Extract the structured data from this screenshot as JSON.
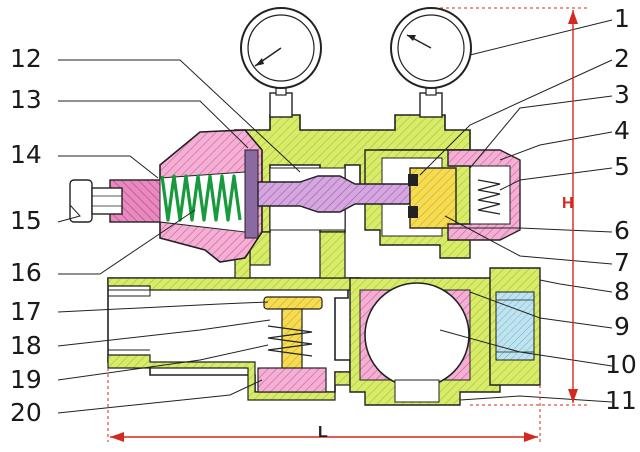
{
  "colors": {
    "body": "#d9ec6a",
    "bonnet": "#e06ab0",
    "bonnet_light": "#f3b0d4",
    "gauge": "#ffffff",
    "spring": "#169a3c",
    "seat": "#f2d24a",
    "stem": "#c88ad6",
    "screw": "#f4d94a",
    "fitting": "#9fd6ea",
    "outline": "#222222",
    "dimension": "#d4291e",
    "leader": "#222222"
  },
  "callouts": {
    "left": [
      {
        "id": "12",
        "label": "12"
      },
      {
        "id": "13",
        "label": "13"
      },
      {
        "id": "14",
        "label": "14"
      },
      {
        "id": "15",
        "label": "15"
      },
      {
        "id": "16",
        "label": "16"
      },
      {
        "id": "17",
        "label": "17"
      },
      {
        "id": "18",
        "label": "18"
      },
      {
        "id": "19",
        "label": "19"
      },
      {
        "id": "20",
        "label": "20"
      }
    ],
    "right": [
      {
        "id": "1",
        "label": "1"
      },
      {
        "id": "2",
        "label": "2"
      },
      {
        "id": "3",
        "label": "3"
      },
      {
        "id": "4",
        "label": "4"
      },
      {
        "id": "5",
        "label": "5"
      },
      {
        "id": "6",
        "label": "6"
      },
      {
        "id": "7",
        "label": "7"
      },
      {
        "id": "8",
        "label": "8"
      },
      {
        "id": "9",
        "label": "9"
      },
      {
        "id": "10",
        "label": "10"
      },
      {
        "id": "11",
        "label": "11"
      }
    ]
  },
  "dimensions": {
    "height_label": "H",
    "length_label": "L"
  },
  "parts": {
    "gauges": [
      "pressure-gauge-left",
      "pressure-gauge-right"
    ]
  }
}
